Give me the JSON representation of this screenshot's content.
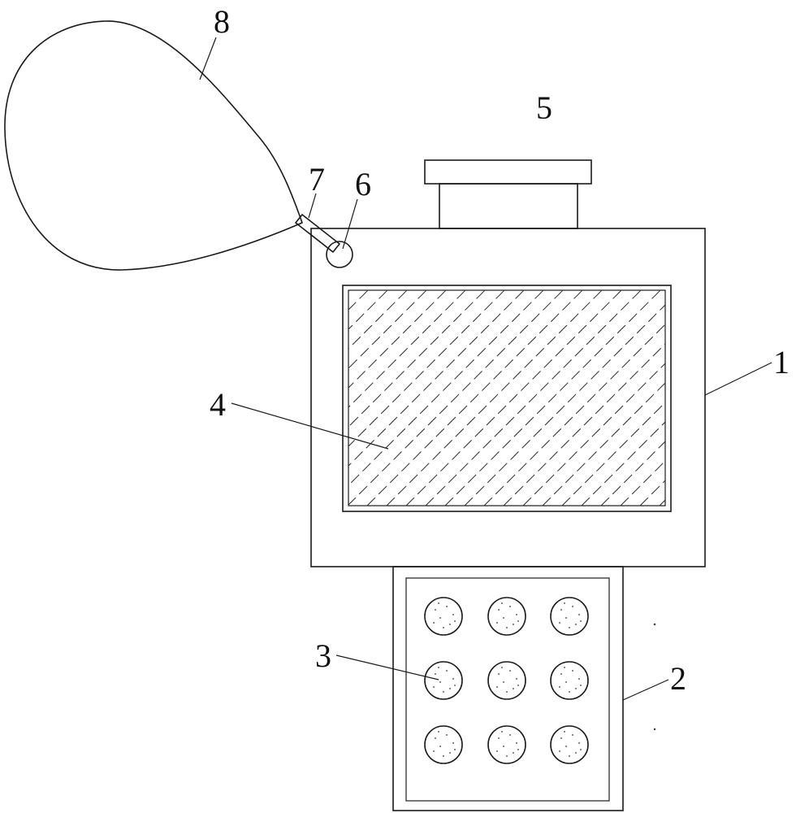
{
  "labels": {
    "housing": "1",
    "base": "2",
    "button": "3",
    "screen": "4",
    "top_part": "5",
    "ring": "6",
    "connector": "7",
    "strap": "8"
  }
}
